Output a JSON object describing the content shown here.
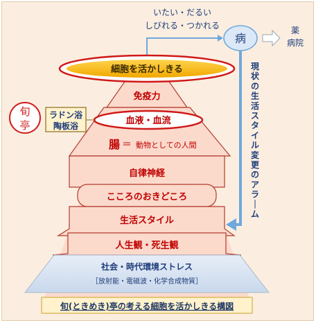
{
  "symptoms": {
    "line1": "いたい・だるい",
    "line2": "しびれる・つかれる"
  },
  "sickness_label": "病",
  "destination": {
    "line1": "薬",
    "line2": "病院"
  },
  "alarm_text": "現状の生活スタイル変更のアラーム",
  "seal_chars": [
    "旬",
    "亭"
  ],
  "bath_box": {
    "line1": "ラドン浴",
    "line2": "陶板浴"
  },
  "layers": {
    "activate_cells": "細胞を活かしきる",
    "immunity": "免疫力",
    "blood": "血液・血流",
    "intestine_main": "腸",
    "intestine_eq": "＝",
    "intestine_sub": "動物としての人間",
    "autonomic": "自律神経",
    "heart": "こころのおきどころ",
    "lifestyle": "生活スタイル",
    "philosophy": "人生観・死生観",
    "stress": "社会・時代環境ストレス",
    "stress_sub": "［放射能・電磁波・化学合成物質］"
  },
  "caption": "旬(ときめき)亭の考える細胞を活かしきる構図",
  "colors": {
    "panel_bg": "#fbeee0",
    "pyramid_fill": "#fbdacc",
    "layer_stroke": "#b23b2e",
    "red_text": "#c00000",
    "ellipse_gold": "#f4b300",
    "blue_arrow": "#6fa8dc",
    "stress_fill": "#dce6f2",
    "caption_fill": "#fff2cc",
    "caption_text": "#203864"
  }
}
